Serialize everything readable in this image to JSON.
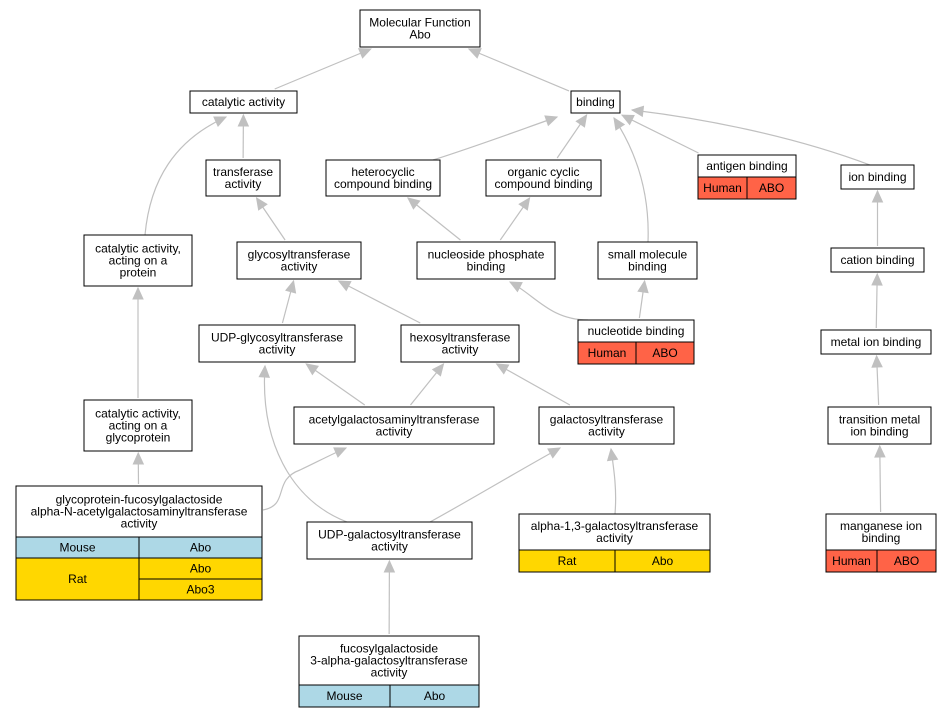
{
  "colors": {
    "mouse": "#add8e6",
    "rat": "#ffd700",
    "human": "#ff6347",
    "edge": "#c0c0c0"
  },
  "nodes": {
    "mf": {
      "lines": [
        "Molecular Function",
        "Abo"
      ]
    },
    "catalytic": {
      "lines": [
        "catalytic activity"
      ]
    },
    "binding": {
      "lines": [
        "binding"
      ]
    },
    "transferase": {
      "lines": [
        "transferase",
        "activity"
      ]
    },
    "heterocyclic": {
      "lines": [
        "heterocyclic",
        "compound binding"
      ]
    },
    "organic": {
      "lines": [
        "organic cyclic",
        "compound binding"
      ]
    },
    "antigen": {
      "lines": [
        "antigen binding"
      ],
      "rows": [
        [
          "Human",
          "ABO"
        ]
      ],
      "colors": [
        "human"
      ]
    },
    "ion": {
      "lines": [
        "ion binding"
      ]
    },
    "catProtein": {
      "lines": [
        "catalytic activity,",
        "acting on a",
        "protein"
      ]
    },
    "glycosyl": {
      "lines": [
        "glycosyltransferase",
        "activity"
      ]
    },
    "nucPhos": {
      "lines": [
        "nucleoside phosphate",
        "binding"
      ]
    },
    "smallMol": {
      "lines": [
        "small molecule",
        "binding"
      ]
    },
    "cation": {
      "lines": [
        "cation binding"
      ]
    },
    "udpGly": {
      "lines": [
        "UDP-glycosyltransferase",
        "activity"
      ]
    },
    "hexosyl": {
      "lines": [
        "hexosyltransferase",
        "activity"
      ]
    },
    "nucleotide": {
      "lines": [
        "nucleotide binding"
      ],
      "rows": [
        [
          "Human",
          "ABO"
        ]
      ],
      "colors": [
        "human"
      ]
    },
    "metalIon": {
      "lines": [
        "metal ion binding"
      ]
    },
    "catGlyco": {
      "lines": [
        "catalytic activity,",
        "acting on a",
        "glycoprotein"
      ]
    },
    "acetylGal": {
      "lines": [
        "acetylgalactosaminyltransferase",
        "activity"
      ]
    },
    "galacto": {
      "lines": [
        "galactosyltransferase",
        "activity"
      ]
    },
    "transMetal": {
      "lines": [
        "transition metal",
        "ion binding"
      ]
    },
    "glycoFuc": {
      "lines": [
        "glycoprotein-fucosylgalactoside",
        "alpha-N-acetylgalactosaminyltransferase",
        "activity"
      ],
      "rows": [
        [
          "Mouse",
          "Abo"
        ],
        [
          "Rat",
          "Abo"
        ],
        [
          "",
          "Abo3"
        ]
      ],
      "colors": [
        "mouse",
        "rat",
        "rat"
      ]
    },
    "udpGal": {
      "lines": [
        "UDP-galactosyltransferase",
        "activity"
      ]
    },
    "alpha13": {
      "lines": [
        "alpha-1,3-galactosyltransferase",
        "activity"
      ],
      "rows": [
        [
          "Rat",
          "Abo"
        ]
      ],
      "colors": [
        "rat"
      ]
    },
    "manganese": {
      "lines": [
        "manganese ion",
        "binding"
      ],
      "rows": [
        [
          "Human",
          "ABO"
        ]
      ],
      "colors": [
        "human"
      ]
    },
    "fucosyl": {
      "lines": [
        "fucosylgalactoside",
        "3-alpha-galactosyltransferase",
        "activity"
      ],
      "rows": [
        [
          "Mouse",
          "Abo"
        ]
      ],
      "colors": [
        "mouse"
      ]
    }
  }
}
